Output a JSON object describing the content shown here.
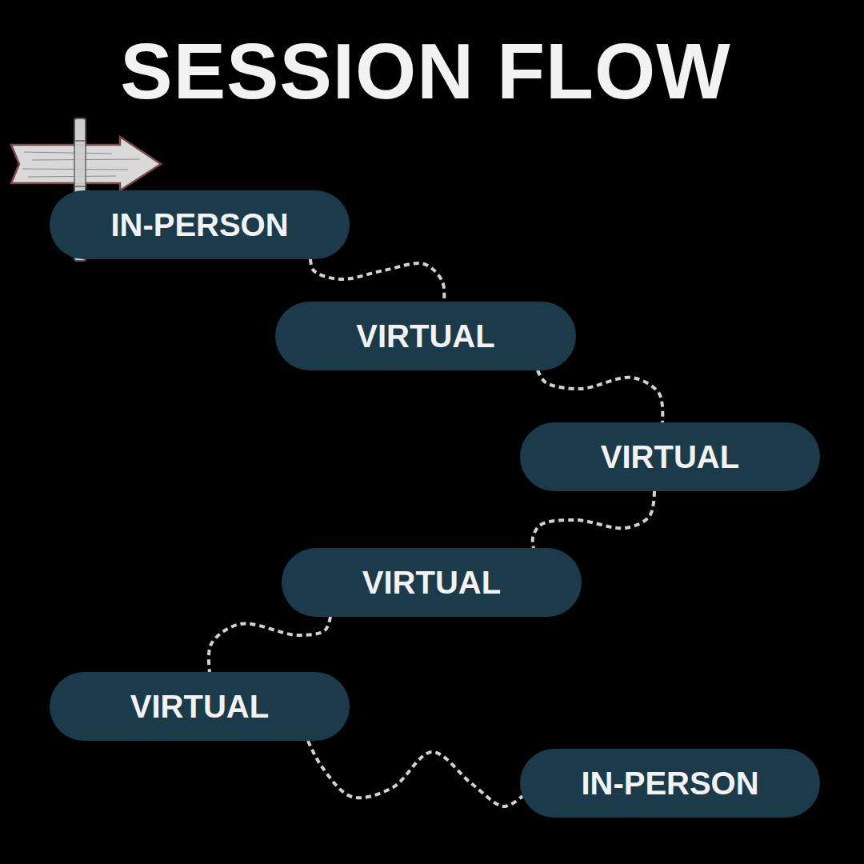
{
  "diagram": {
    "title": "SESSION FLOW",
    "nodes": [
      {
        "text": [
          "IN-PERSON"
        ]
      },
      {
        "text": [
          "VIRTUAL"
        ]
      },
      {
        "text": [
          "VIRTUAL"
        ]
      },
      {
        "text": [
          "VIRTUAL"
        ]
      },
      {
        "text": [
          "VIRTUAL"
        ]
      },
      {
        "text": [
          "IN-PERSON"
        ]
      }
    ],
    "edges": [
      {
        "from": 0,
        "to": 1,
        "arrow": "none"
      },
      {
        "from": 1,
        "to": 2,
        "arrow": "none"
      },
      {
        "from": 2,
        "to": 3,
        "arrow": "none"
      },
      {
        "from": 3,
        "to": 4,
        "arrow": "none"
      },
      {
        "from": 4,
        "to": 5,
        "arrow": "none"
      }
    ]
  }
}
